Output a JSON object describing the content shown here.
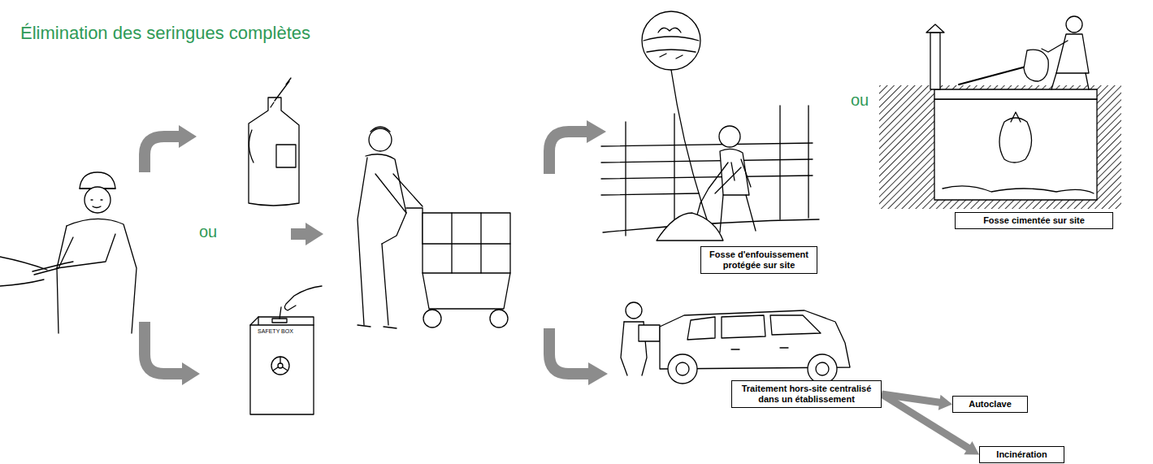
{
  "diagram": {
    "title": "Élimination des seringues complètes",
    "nodes": [
      {
        "text": [
          "Fosse d'enfouissement protégée sur site"
        ]
      },
      {
        "text": [
          "Fosse cimentée sur site"
        ]
      },
      {
        "text": [
          "Traitement hors-site centralisé dans un établissement"
        ]
      },
      {
        "text": [
          "Autoclave"
        ]
      },
      {
        "text": [
          "Incinération"
        ]
      }
    ],
    "edges": [
      {
        "from": 2,
        "to": 3,
        "arrow": "to"
      },
      {
        "from": 2,
        "to": 4,
        "arrow": "to"
      }
    ],
    "labels": [
      "ou",
      "ou",
      "SAFETY BOX"
    ]
  }
}
